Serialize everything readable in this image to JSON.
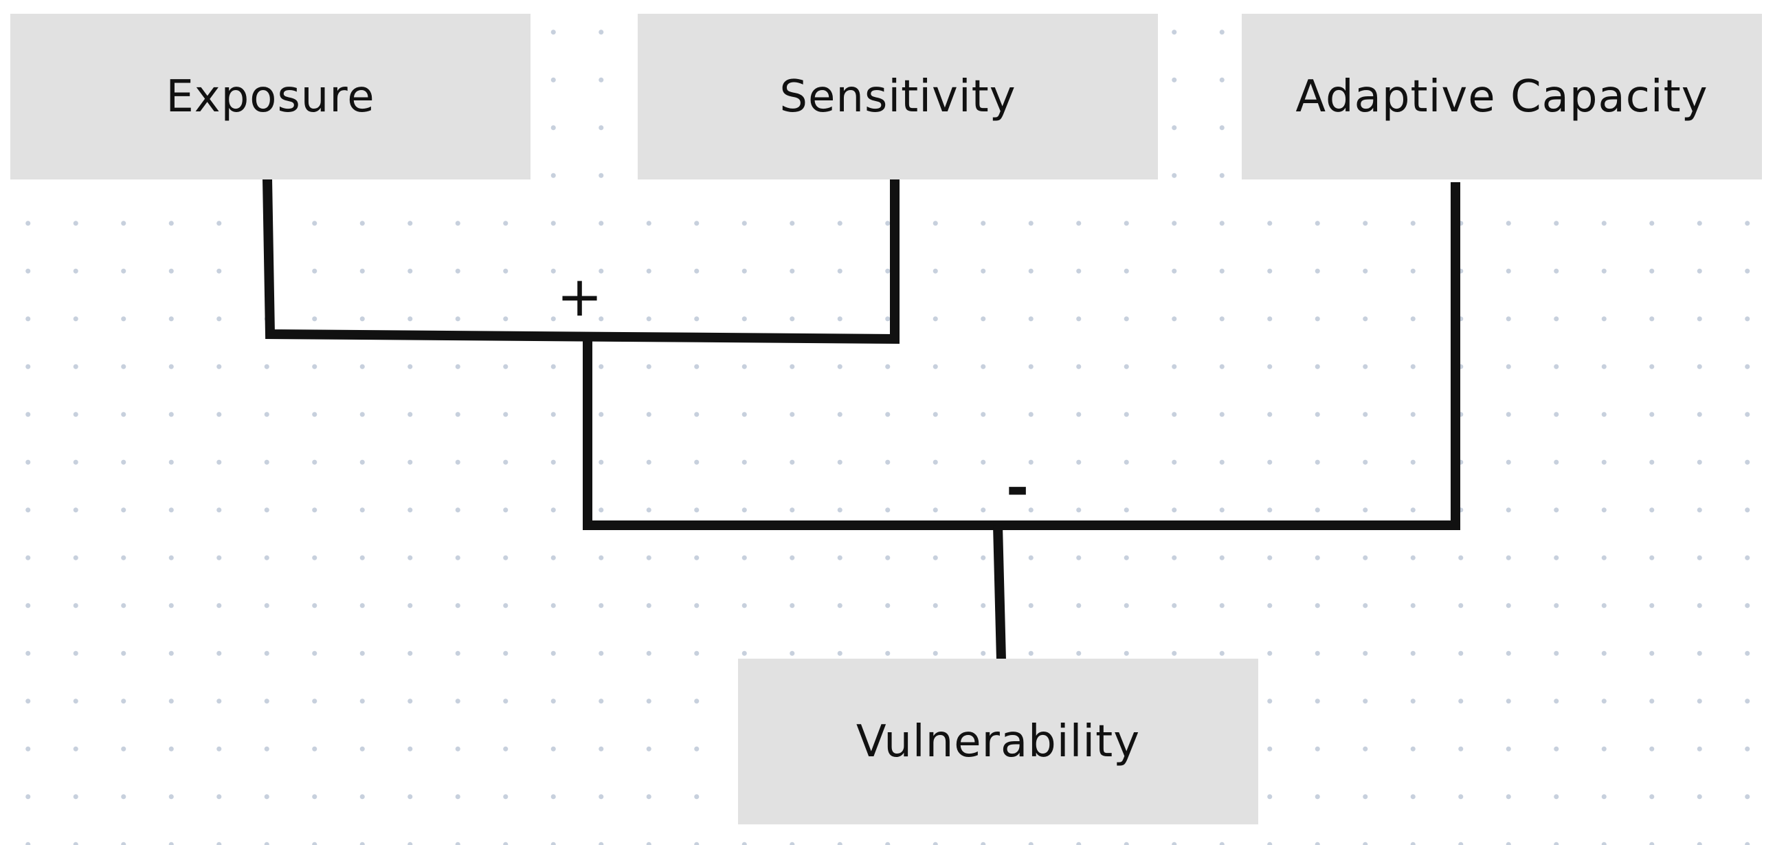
{
  "diagram": {
    "nodes": {
      "exposure": "Exposure",
      "sensitivity": "Sensitivity",
      "adaptive_capacity": "Adaptive Capacity",
      "vulnerability": "Vulnerability"
    },
    "operators": {
      "plus": "+",
      "minus": "-"
    },
    "colors": {
      "node_fill": "#e1e1e1",
      "line": "#111111",
      "grid_dot": "#c7d0dd"
    }
  }
}
